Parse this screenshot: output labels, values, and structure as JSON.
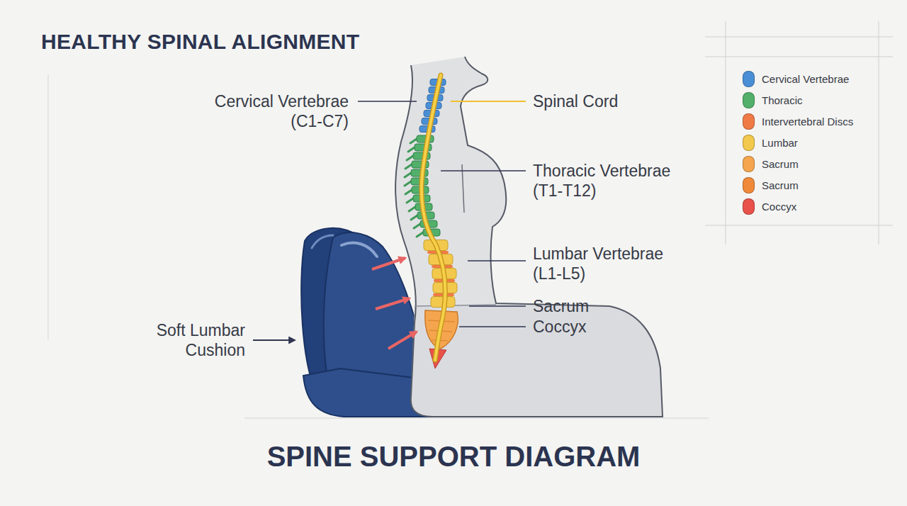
{
  "diagram": {
    "title": "HEALTHY SPINAL ALIGNMENT",
    "caption": "SPINE SUPPORT DIAGRAM",
    "labels": [
      "Cervical Vertebrae (C1-C7)",
      "Spinal Cord",
      "Thoracic Vertebrae (T1-T12)",
      "Lumbar Vertebrae (L1-L5)",
      "Sacrum",
      "Coccyx",
      "Soft Lumbar Cushion"
    ],
    "legend": [
      {
        "text": "Cervical Vertebrae",
        "color": "#4a8fd6"
      },
      {
        "text": "Thoracic",
        "color": "#52b06a"
      },
      {
        "text": "Intervertebral Discs",
        "color": "#f07a45"
      },
      {
        "text": "Lumbar",
        "color": "#f2c94c"
      },
      {
        "text": "Sacrum",
        "color": "#f5a54e"
      },
      {
        "text": "Sacrum",
        "color": "#f0893a"
      },
      {
        "text": "Coccyx",
        "color": "#e8524a"
      }
    ]
  }
}
